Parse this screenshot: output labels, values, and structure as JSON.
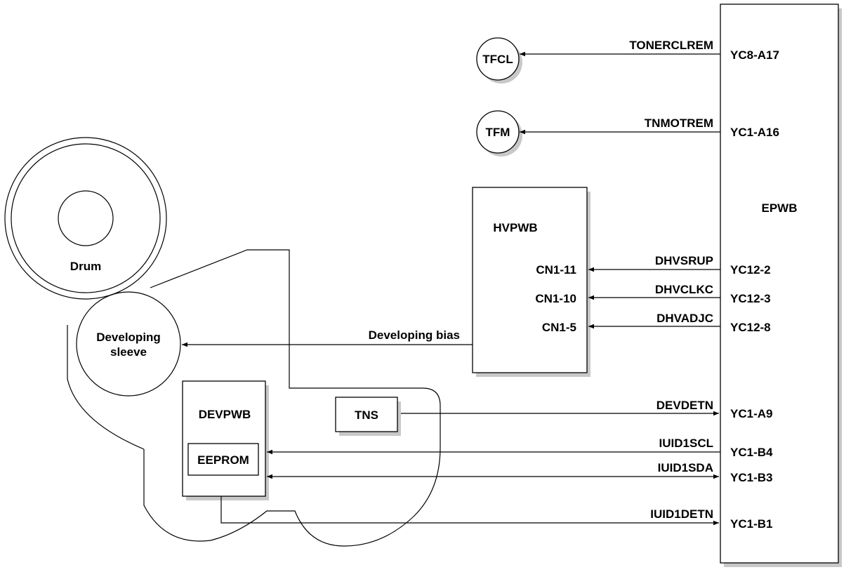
{
  "components": {
    "epwb": "EPWB",
    "hvpwb": "HVPWB",
    "tfcl": "TFCL",
    "tfm": "TFM",
    "drum": "Drum",
    "developing_sleeve": [
      "Developing",
      "sleeve"
    ],
    "devpwb": "DEVPWB",
    "eeprom": "EEPROM",
    "tns": "TNS"
  },
  "signals": {
    "toner_clrem": {
      "name": "TONERCLREM",
      "pin": "YC8-A17"
    },
    "tnmotrem": {
      "name": "TNMOTREM",
      "pin": "YC1-A16"
    },
    "dhvsrup": {
      "name": "DHVSRUP",
      "pin": "YC12-2",
      "hv_pin": "CN1-11"
    },
    "dhvclkc": {
      "name": "DHVCLKC",
      "pin": "YC12-3",
      "hv_pin": "CN1-10"
    },
    "dhvadjc": {
      "name": "DHVADJC",
      "pin": "YC12-8",
      "hv_pin": "CN1-5"
    },
    "developing_bias": {
      "name": "Developing bias"
    },
    "devdetn": {
      "name": "DEVDETN",
      "pin": "YC1-A9"
    },
    "iuid1scl": {
      "name": "IUID1SCL",
      "pin": "YC1-B4"
    },
    "iuid1sda": {
      "name": "IUID1SDA",
      "pin": "YC1-B3"
    },
    "iuid1detn": {
      "name": "IUID1DETN",
      "pin": "YC1-B1"
    }
  }
}
